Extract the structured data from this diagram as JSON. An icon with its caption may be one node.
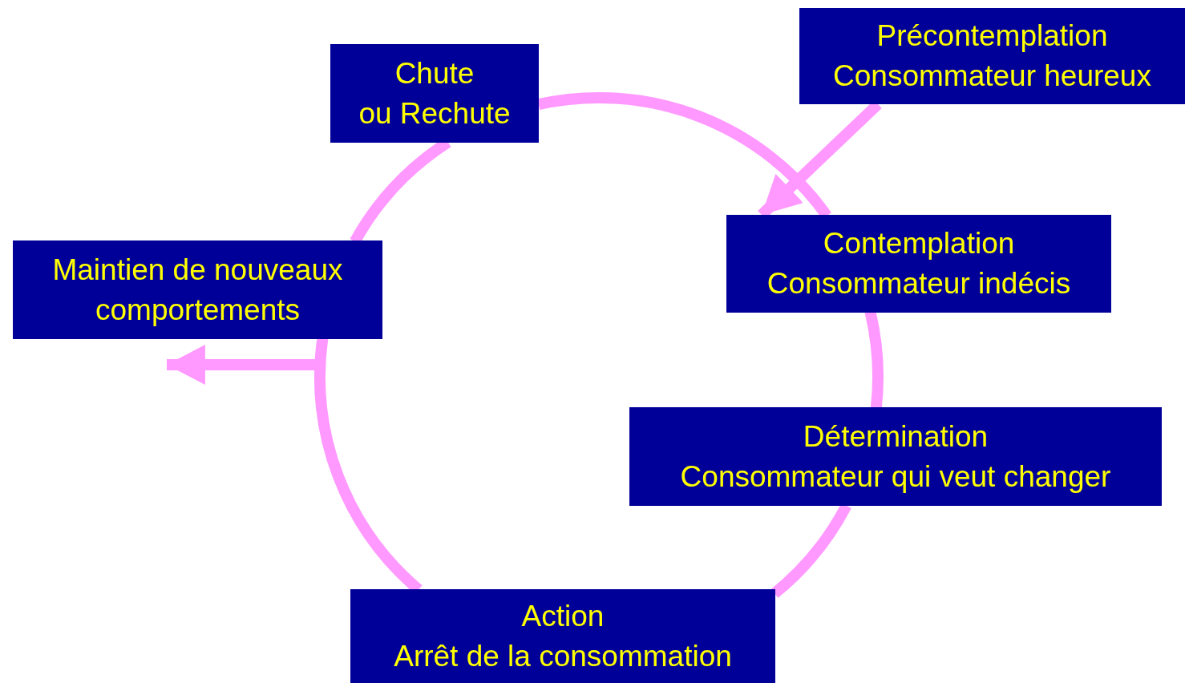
{
  "diagram": {
    "nodes": [
      {
        "text": [
          "Précontemplation",
          "Consommateur heureux"
        ]
      },
      {
        "text": [
          "Chute",
          "ou Rechute"
        ]
      },
      {
        "text": [
          "Contemplation",
          "Consommateur indécis"
        ]
      },
      {
        "text": [
          "Maintien de nouveaux comportements"
        ]
      },
      {
        "text": [
          "Détermination",
          "Consommateur qui veut changer"
        ]
      },
      {
        "text": [
          "Action",
          "Arrêt de la consommation"
        ]
      }
    ],
    "edges": [
      {
        "from": 0,
        "to": 2,
        "arrow": "to"
      },
      {
        "from": null,
        "to": 3,
        "arrow": "to"
      },
      {
        "from": 1,
        "to": 2,
        "arrow": "none"
      },
      {
        "from": 2,
        "to": 4,
        "arrow": "none"
      },
      {
        "from": 4,
        "to": 5,
        "arrow": "none"
      },
      {
        "from": 5,
        "to": 3,
        "arrow": "none"
      },
      {
        "from": 3,
        "to": 1,
        "arrow": "none"
      }
    ]
  }
}
